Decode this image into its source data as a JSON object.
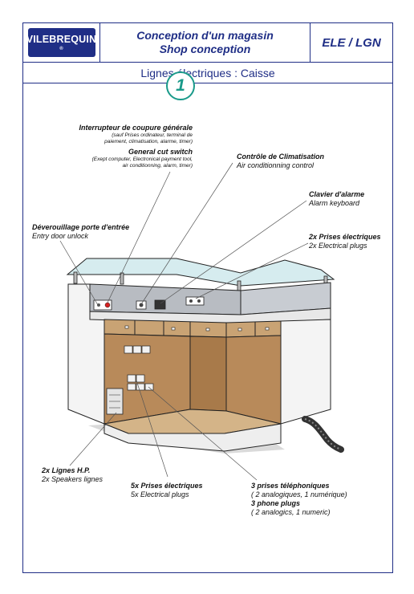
{
  "header": {
    "logo_text": "VILEBREQUIN",
    "logo_mark": "®",
    "title_fr": "Conception d'un magasin",
    "title_en": "Shop conception",
    "code": "ELE / LGN"
  },
  "subtitle": "Lignes électriques : Caisse",
  "badge": "1",
  "labels": {
    "cut_switch": {
      "fr": "Interrupteur de coupure générale",
      "fr_note_1": "(sauf Prises ordinateur, terminal de",
      "fr_note_2": "paiement, climatisation, alarme, timer)",
      "en": "General cut switch",
      "en_note_1": "(Exept computer, Electronical payment tool,",
      "en_note_2": "air conditionning, alarm, timer)"
    },
    "aircon": {
      "fr": "Contrôle de Climatisation",
      "en": "Air conditionning control"
    },
    "alarm": {
      "fr": "Clavier d'alarme",
      "en": "Alarm keyboard"
    },
    "plugs_2x": {
      "fr": "2x Prises électriques",
      "en": "2x Electrical plugs"
    },
    "door": {
      "fr": "Déverouillage porte d'entrée",
      "en": "Entry door unlock"
    },
    "speakers": {
      "fr": "2x Lignes H.P.",
      "en": "2x Speakers lignes"
    },
    "plugs_5x": {
      "fr": "5x Prises électriques",
      "en": "5x Electrical plugs"
    },
    "phone": {
      "fr": "3 prises téléphoniques",
      "fr_note": "( 2 analogiques, 1 numérique)",
      "en": "3 phone plugs",
      "en_note": "( 2 analogics, 1 numeric)"
    }
  },
  "colors": {
    "brand": "#1f2e86",
    "badge": "#1a9a8a",
    "wood": "#c9a374",
    "glass": "#d6ecef"
  }
}
